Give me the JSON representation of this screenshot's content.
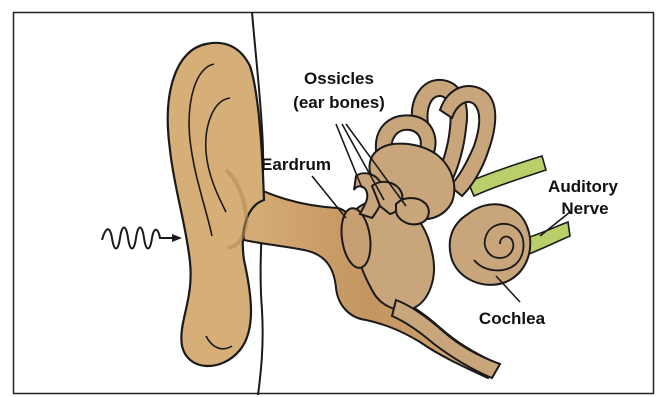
{
  "labels": {
    "ossicles_line1": "Ossicles",
    "ossicles_line2": "(ear bones)",
    "eardrum": "Eardrum",
    "auditory_line1": "Auditory",
    "auditory_line2": "Nerve",
    "cochlea": "Cochlea"
  },
  "colors": {
    "skin": "#d6ae78",
    "skin_shadow": "#c09258",
    "inner_ear": "#c9a57c",
    "nerve": "#b9cf6a",
    "outline": "#1a1a1a",
    "frame": "#222222"
  },
  "icons": {
    "sound_wave": "sound-wave-icon"
  }
}
